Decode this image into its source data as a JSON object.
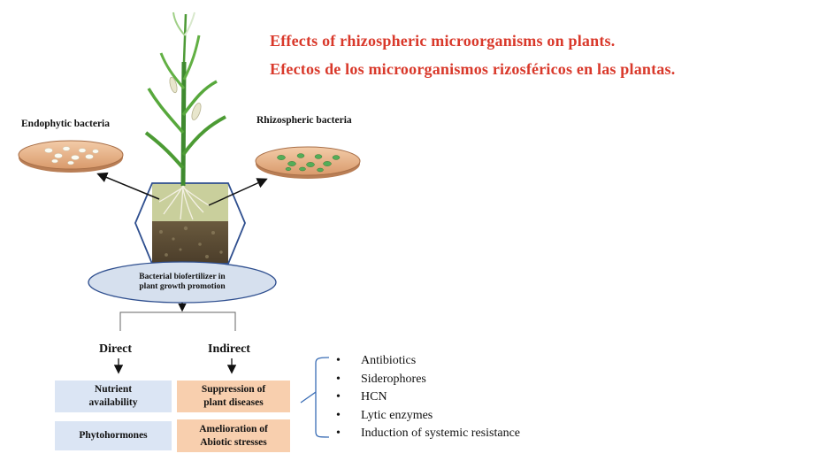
{
  "title": {
    "line1": "Effects of  rhizospheric microorganisms on plants.",
    "line2": "Efectos de los microorganismos rizosféricos en las plantas."
  },
  "plates": {
    "left_label": "Endophytic bacteria",
    "right_label": "Rhizospheric bacteria"
  },
  "center": {
    "ellipse_line1": "Bacterial biofertilizer in",
    "ellipse_line2": "plant growth promotion"
  },
  "branches": {
    "direct": "Direct",
    "indirect": "Indirect"
  },
  "boxes": {
    "nutrient_line1": "Nutrient",
    "nutrient_line2": "availability",
    "phytohormones": "Phytohormones",
    "suppression_line1": "Suppression of",
    "suppression_line2": "plant diseases",
    "amelioration_line1": "Amelioration of",
    "amelioration_line2": "Abiotic stresses"
  },
  "mechanisms": [
    "Antibiotics",
    "Siderophores",
    "HCN",
    "Lytic enzymes",
    "Induction of systemic resistance"
  ],
  "colors": {
    "title": "#d9392b",
    "direct_box": "#dbe5f4",
    "indirect_box": "#f8cfae",
    "ellipse_fill": "#d6e0ee",
    "hexagon_stroke": "#2f4f8f",
    "petri_dish": "#e9b58f",
    "endophytic_colonies": "#fbfbf2",
    "rhizospheric_colonies": "#54ad58"
  }
}
